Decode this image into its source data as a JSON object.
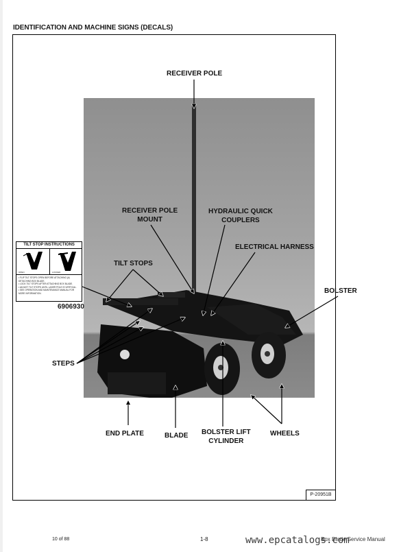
{
  "page": {
    "section_title": "IDENTIFICATION AND MACHINE SIGNS (DECALS)",
    "photo_id": "P-20951B"
  },
  "callouts": {
    "receiver_pole": "RECEIVER POLE",
    "receiver_pole_mount": [
      "RECEIVER POLE",
      "MOUNT"
    ],
    "hydraulic_quick_couplers": [
      "HYDRAULIC QUICK",
      "COUPLERS"
    ],
    "electrical_harness": "ELECTRICAL HARNESS",
    "tilt_stops": "TILT STOPS",
    "bolster": "BOLSTER",
    "steps": "STEPS",
    "end_plate": "END PLATE",
    "blade": "BLADE",
    "bolster_lift_cylinder": [
      "BOLSTER LIFT",
      "CYLINDER"
    ],
    "wheels": "WHEELS"
  },
  "decal": {
    "title": "TILT STOP INSTRUCTIONS",
    "panel_labels": [
      "OPEN",
      "LOCKED"
    ],
    "instructions": [
      "• FLIP TILT STOPS OPEN BEFORE ATTACHING (#) DETACHING BOX BLADE.",
      "• LOCK TILT STOPS AFTER ATTACHING BOX BLADE.",
      "• ADJUST TILT STOPS UNTIL LASER POLE IS VERTICAL.",
      "• SEE OPERATION AND MAINTENANCE MANUAL FOR MORE INFORMATION."
    ],
    "part_number": "6906930"
  },
  "footer": {
    "page_of": "10 of 88",
    "page_number": "1-8",
    "manual_title": "Box Blade Service Manual",
    "watermark": "www.epcatalogs.com"
  }
}
